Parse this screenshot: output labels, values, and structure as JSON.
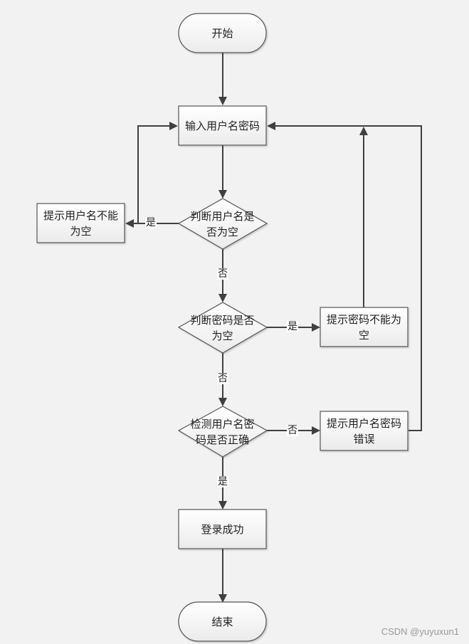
{
  "diagram": {
    "type": "flowchart",
    "nodes": {
      "start": {
        "shape": "terminator",
        "label": "开始"
      },
      "input": {
        "shape": "process",
        "label": "输入用户名密码"
      },
      "check_username": {
        "shape": "decision",
        "label": "判断用户名是否为空"
      },
      "warn_username": {
        "shape": "process",
        "label": "提示用户名不能为空"
      },
      "check_password": {
        "shape": "decision",
        "label": "判断密码是否为空"
      },
      "warn_password": {
        "shape": "process",
        "label": "提示密码不能为空"
      },
      "verify": {
        "shape": "decision",
        "label": "检测用户名密码是否正确"
      },
      "warn_wrong": {
        "shape": "process",
        "label": "提示用户名密码错误"
      },
      "success": {
        "shape": "process",
        "label": "登录成功"
      },
      "end": {
        "shape": "terminator",
        "label": "结束"
      }
    },
    "edges": [
      {
        "from": "start",
        "to": "input",
        "label": ""
      },
      {
        "from": "input",
        "to": "check_username",
        "label": ""
      },
      {
        "from": "check_username",
        "to": "warn_username",
        "label": "是"
      },
      {
        "from": "warn_username",
        "to": "input",
        "label": ""
      },
      {
        "from": "check_username",
        "to": "check_password",
        "label": "否"
      },
      {
        "from": "check_password",
        "to": "warn_password",
        "label": "是"
      },
      {
        "from": "warn_password",
        "to": "input",
        "label": ""
      },
      {
        "from": "check_password",
        "to": "verify",
        "label": "否"
      },
      {
        "from": "verify",
        "to": "warn_wrong",
        "label": "否"
      },
      {
        "from": "warn_wrong",
        "to": "input",
        "label": ""
      },
      {
        "from": "verify",
        "to": "success",
        "label": "是"
      },
      {
        "from": "success",
        "to": "end",
        "label": ""
      }
    ],
    "colors": {
      "background": "#f2f2f2",
      "line": "#404040",
      "node_border": "#555555",
      "node_fill_top": "#ffffff",
      "node_fill_bottom": "#ececec"
    }
  },
  "labels": {
    "start": "开始",
    "input": "输入用户名密码",
    "check_username": "判断用户名是\n否为空",
    "warn_username": "提示用户名不能\n为空",
    "check_password": "判断密码是否\n为空",
    "warn_password": "提示密码不能为\n空",
    "verify": "检测用户名密\n码是否正确",
    "warn_wrong": "提示用户名密码\n错误",
    "success": "登录成功",
    "end": "结束",
    "edge_yes_1": "是",
    "edge_no_1": "否",
    "edge_yes_2": "是",
    "edge_no_2": "否",
    "edge_no_3": "否",
    "edge_yes_3": "是"
  },
  "watermark": "CSDN @yuyuxun1"
}
